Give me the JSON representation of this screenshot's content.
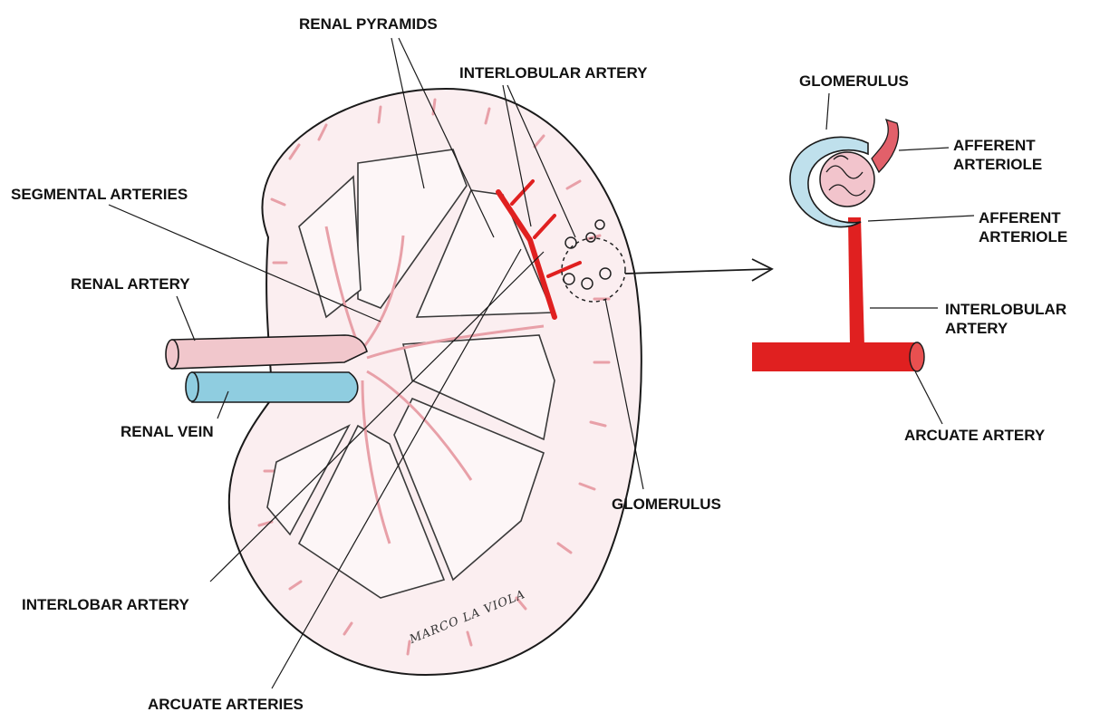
{
  "labels": {
    "renal_pyramids": "RENAL PYRAMIDS",
    "interlobular_artery": "INTERLOBULAR ARTERY",
    "segmental_arteries": "SEGMENTAL ARTERIES",
    "renal_artery": "RENAL ARTERY",
    "renal_vein": "RENAL VEIN",
    "glomerulus": "GLOMERULUS",
    "interlobar_artery": "INTERLOBAR ARTERY",
    "arcuate_arteries": "ARCUATE ARTERIES"
  },
  "detail_labels": {
    "glomerulus": "GLOMERULUS",
    "afferent_arteriole_1": [
      "AFFERENT",
      "ARTERIOLE"
    ],
    "afferent_arteriole_2": [
      "AFFERENT",
      "ARTERIOLE"
    ],
    "interlobular_artery": [
      "INTERLOBULAR",
      "ARTERY"
    ],
    "arcuate_artery": "ARCUATE ARTERY"
  },
  "signature": "MARCO LA VIOLA",
  "colors": {
    "artery": "#e02020",
    "artery_light": "#e8a0a8",
    "vein": "#7cc4dc",
    "tissue": "#fbeef0",
    "outline": "#1a1a1a"
  }
}
